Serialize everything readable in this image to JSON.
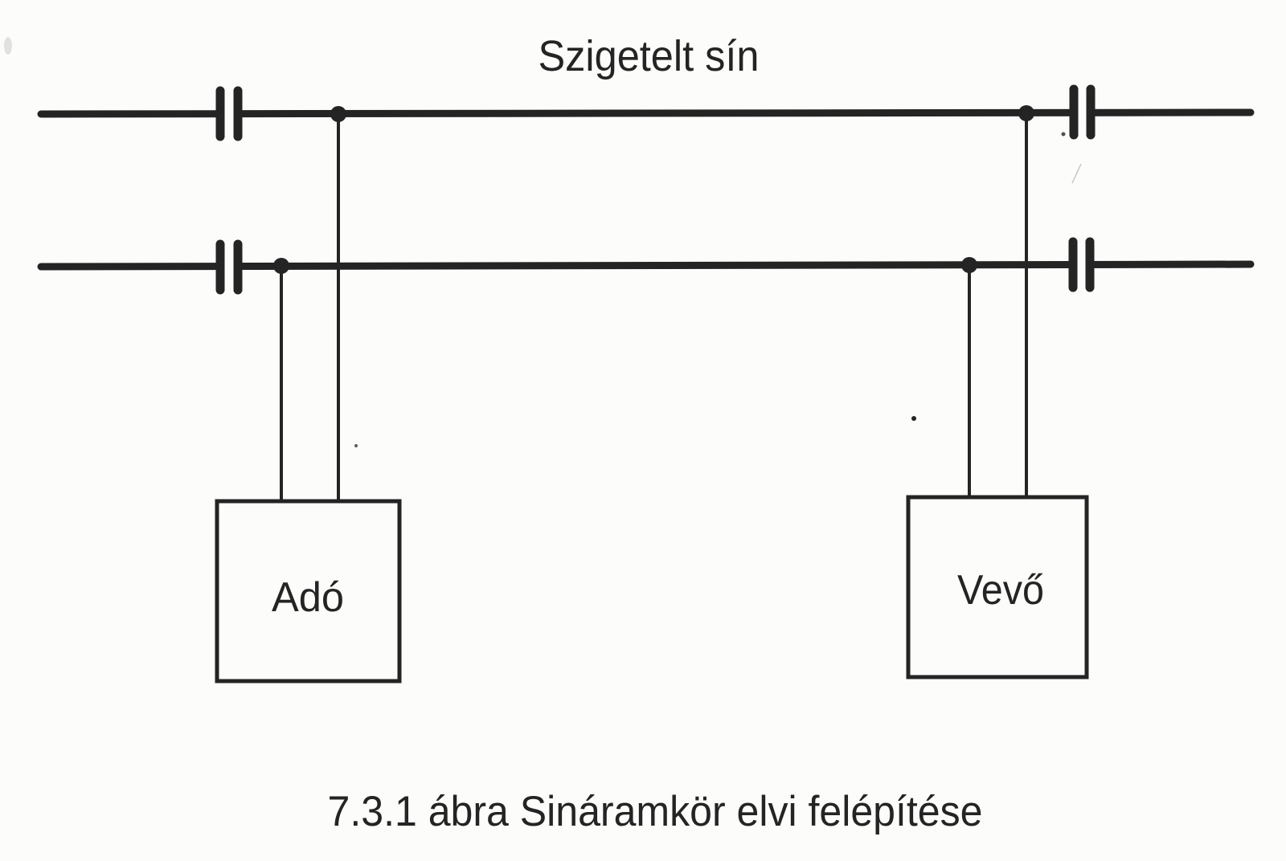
{
  "figure": {
    "title": "Szigetelt sín",
    "caption": "7.3.1 ábra Sináramkör elvi felépítése",
    "boxes": [
      {
        "label": "Adó"
      },
      {
        "label": "Vevő"
      }
    ],
    "icons": {
      "insulated_joint": "double-bar insulated rail joint",
      "junction": "filled junction dot"
    },
    "colors": {
      "ink": "#242424",
      "background": "#fcfcfb"
    }
  }
}
